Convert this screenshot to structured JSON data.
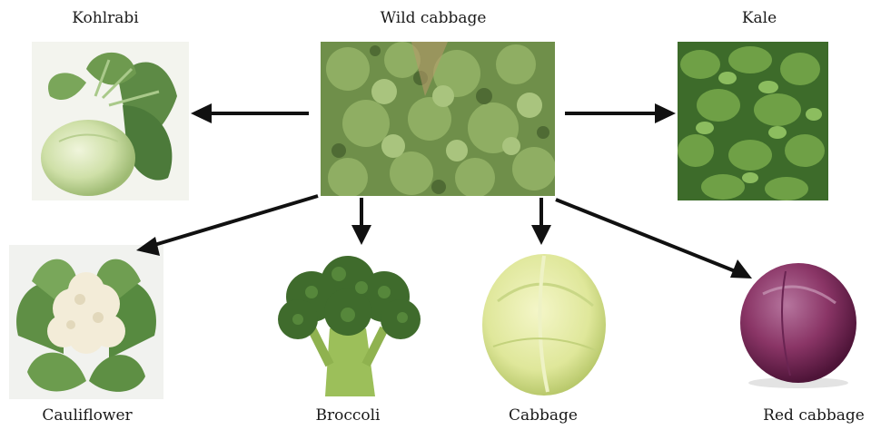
{
  "diagram": {
    "center": {
      "label": "Wild cabbage",
      "icon": "wild-cabbage-photo"
    },
    "varieties": [
      {
        "label": "Kohlrabi",
        "icon": "kohlrabi-photo"
      },
      {
        "label": "Kale",
        "icon": "kale-photo"
      },
      {
        "label": "Cauliflower",
        "icon": "cauliflower-photo"
      },
      {
        "label": "Broccoli",
        "icon": "broccoli-photo"
      },
      {
        "label": "Cabbage",
        "icon": "cabbage-photo"
      },
      {
        "label": "Red cabbage",
        "icon": "red-cabbage-photo"
      }
    ]
  }
}
